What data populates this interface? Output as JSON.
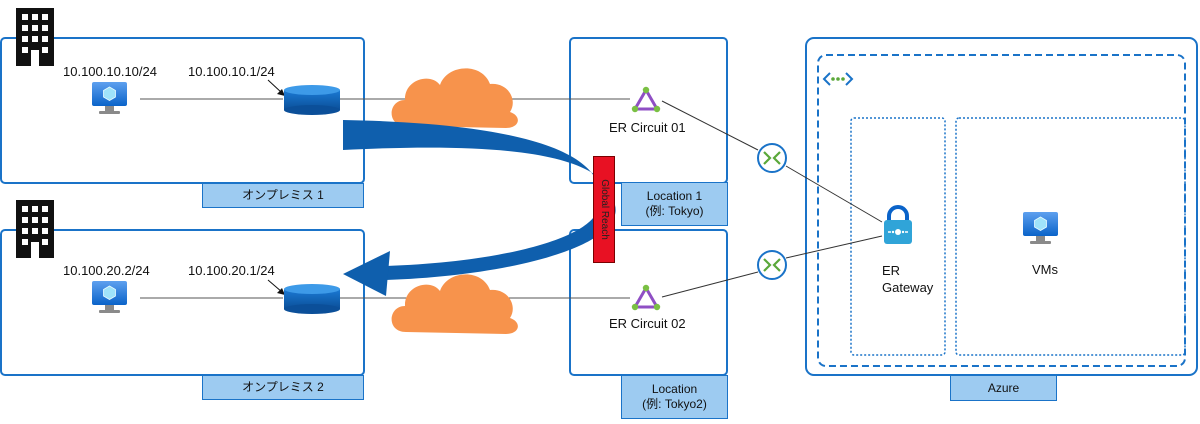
{
  "onprem1": {
    "label": "オンプレミス 1",
    "vm_ip": "10.100.10.10/24",
    "router_ip": "10.100.10.1/24"
  },
  "onprem2": {
    "label": "オンプレミス 2",
    "vm_ip": "10.100.20.2/24",
    "router_ip": "10.100.20.1/24"
  },
  "circuit1": {
    "label": "ER Circuit 01",
    "location_line1": "Location 1",
    "location_line2": "(例: Tokyo)"
  },
  "circuit2": {
    "label": "ER Circuit 02",
    "location_line1": "Location",
    "location_line2": "(例: Tokyo2)"
  },
  "global_reach": "Global Reach",
  "azure": {
    "label": "Azure",
    "gateway_line1": "ER",
    "gateway_line2": "Gateway",
    "vms": "VMs"
  },
  "colors": {
    "box_border": "#1a73c8",
    "tag_fill": "#9dcbf1",
    "cloud": "#f7934c",
    "arrow": "#0f5fad",
    "global_reach": "#e81123",
    "circuit": "#8f4fc4"
  },
  "icons": [
    "building-icon",
    "vm-monitor-icon",
    "router-icon",
    "cloud-icon",
    "er-circuit-icon",
    "connection-icon",
    "gateway-lock-icon",
    "vnet-icon"
  ]
}
